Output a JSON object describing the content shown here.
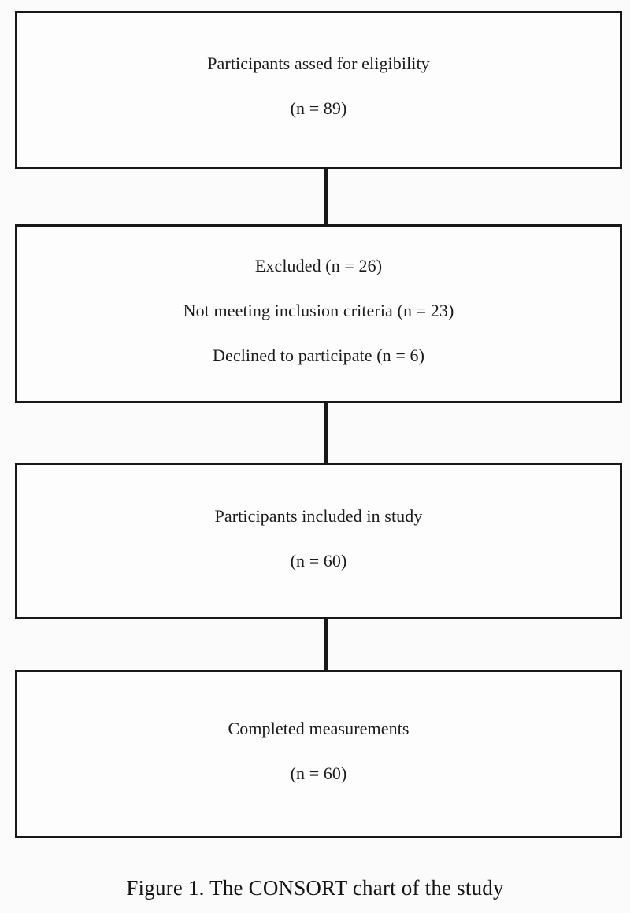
{
  "figure": {
    "caption": "Figure 1. The CONSORT chart of the study",
    "colors": {
      "background": "#fbfbfb",
      "box_fill": "#fdfdfd",
      "border": "#181818",
      "text": "#1b1b1b",
      "connector": "#181818"
    }
  },
  "chart_data": {
    "type": "diagram",
    "diagram_kind": "consort-flow",
    "title": "Figure 1. The CONSORT chart of the study",
    "orientation": "vertical",
    "nodes": [
      {
        "id": "enrollment",
        "stage": "Enrollment",
        "lines": [
          "Participants assed for eligibility",
          "(n = 89)"
        ],
        "n": 89
      },
      {
        "id": "excluded",
        "stage": "Excluded",
        "lines": [
          "Excluded (n = 26)",
          "Not meeting inclusion criteria (n = 23)",
          "Declined to participate (n = 6)"
        ],
        "n": 26,
        "breakdown": [
          {
            "reason": "Not meeting inclusion criteria",
            "n": 23
          },
          {
            "reason": "Declined to participate",
            "n": 6
          }
        ]
      },
      {
        "id": "included",
        "stage": "Included",
        "lines": [
          "Participants included in study",
          "(n = 60)"
        ],
        "n": 60
      },
      {
        "id": "completed",
        "stage": "Completed",
        "lines": [
          "Completed measurements",
          "(n = 60)"
        ],
        "n": 60
      }
    ],
    "edges": [
      {
        "from": "enrollment",
        "to": "excluded",
        "style": "solid-vertical"
      },
      {
        "from": "excluded",
        "to": "included",
        "style": "solid-vertical"
      },
      {
        "from": "included",
        "to": "completed",
        "style": "solid-vertical"
      }
    ]
  }
}
